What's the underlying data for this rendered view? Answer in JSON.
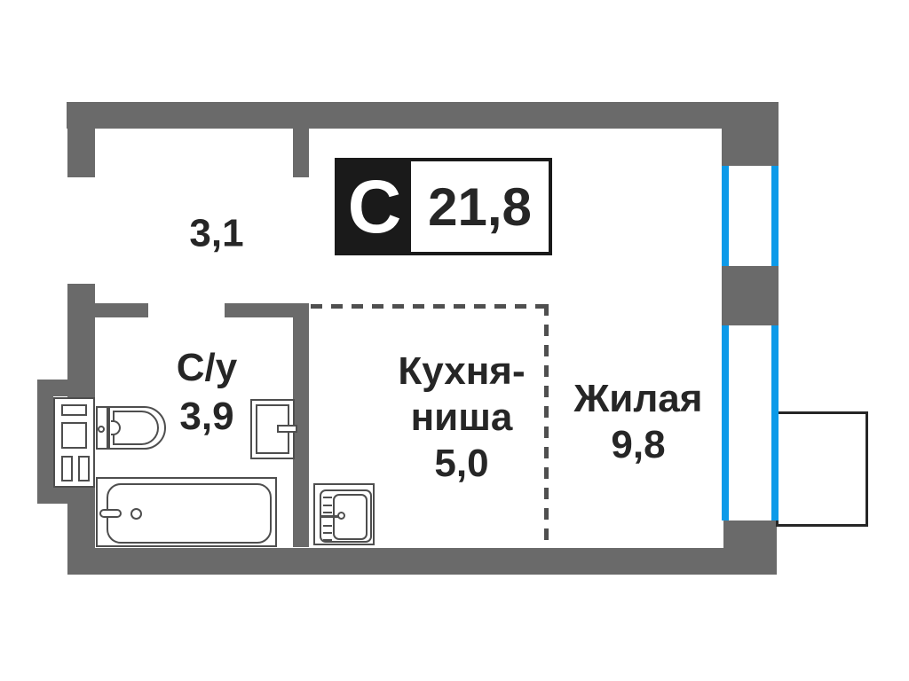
{
  "floorplan": {
    "badge": {
      "unit_type": "С",
      "total_area": "21,8"
    },
    "hallway": {
      "area": "3,1"
    },
    "bathroom": {
      "label": "С/у",
      "area": "3,9"
    },
    "kitchen": {
      "label_line1": "Кухня-",
      "label_line2": "ниша",
      "area": "5,0"
    },
    "living": {
      "label": "Жилая",
      "area": "9,8"
    },
    "colors": {
      "wall": "#6a6a6a",
      "window": "#0c9ae9",
      "fixture": "#4e4e4e",
      "text": "#262626",
      "dash": "#4f4f4f",
      "badge": "#1a1a1a"
    }
  }
}
